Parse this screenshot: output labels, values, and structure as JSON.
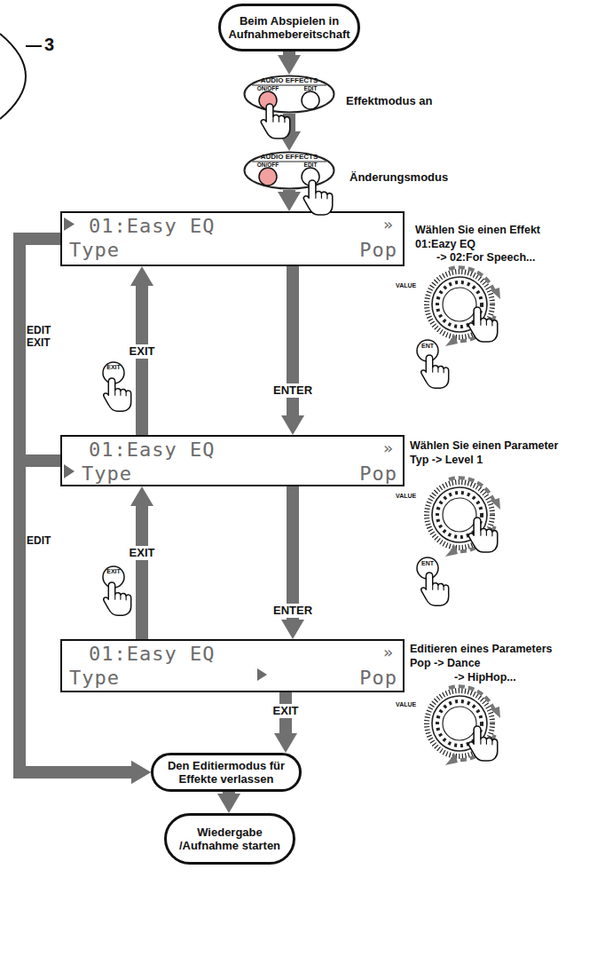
{
  "diagram": {
    "nodes": [
      {
        "text": [
          "Beim Abspielen in Aufnahmebereitschaft"
        ]
      },
      {
        "text": [
          "AUDIO EFFECTS",
          "ON/OFF",
          "EDIT"
        ]
      },
      {
        "text": [
          "AUDIO EFFECTS",
          "ON/OFF",
          "EDIT"
        ]
      },
      {
        "text": [
          "01:Easy EQ",
          "»",
          "Type",
          "Pop"
        ]
      },
      {
        "text": [
          "01:Easy EQ",
          "»",
          "Type",
          "Pop"
        ]
      },
      {
        "text": [
          "01:Easy EQ",
          "»",
          "Type",
          "Pop"
        ]
      },
      {
        "text": [
          "Den Editiermodus für Effekte verlassen"
        ]
      },
      {
        "text": [
          "Wiedergabe /Aufnahme starten"
        ]
      }
    ],
    "edges": [
      {
        "from": 0,
        "to": 1,
        "arrow": "to"
      },
      {
        "from": 1,
        "to": 2,
        "arrow": "to"
      },
      {
        "from": 2,
        "to": 3,
        "arrow": "to"
      },
      {
        "from": 3,
        "to": 4,
        "arrow": "to",
        "label": "ENTER"
      },
      {
        "from": 4,
        "to": 3,
        "arrow": "to",
        "label": "EXIT"
      },
      {
        "from": 4,
        "to": 5,
        "arrow": "to",
        "label": "ENTER"
      },
      {
        "from": 5,
        "to": 4,
        "arrow": "to",
        "label": "EXIT"
      },
      {
        "from": 5,
        "to": 6,
        "arrow": "to",
        "label": "EXIT"
      },
      {
        "from": 3,
        "to": 6,
        "arrow": "to",
        "label": "EDIT EXIT"
      },
      {
        "from": 4,
        "to": 6,
        "arrow": "to",
        "label": "EDIT"
      },
      {
        "from": 6,
        "to": 7,
        "arrow": "to"
      }
    ],
    "labels": [
      "3",
      "Effektmodus an",
      "Änderungsmodus",
      "Wählen Sie einen Effekt",
      "01:Eazy EQ",
      "-> 02:For Speech...",
      "VALUE",
      "ENT",
      "EXIT",
      "Wählen Sie einen Parameter",
      "Typ -> Level 1",
      "VALUE",
      "ENT",
      "EXIT",
      "Editieren eines Parameters",
      "Pop -> Dance",
      "-> HipHop...",
      "VALUE"
    ]
  }
}
